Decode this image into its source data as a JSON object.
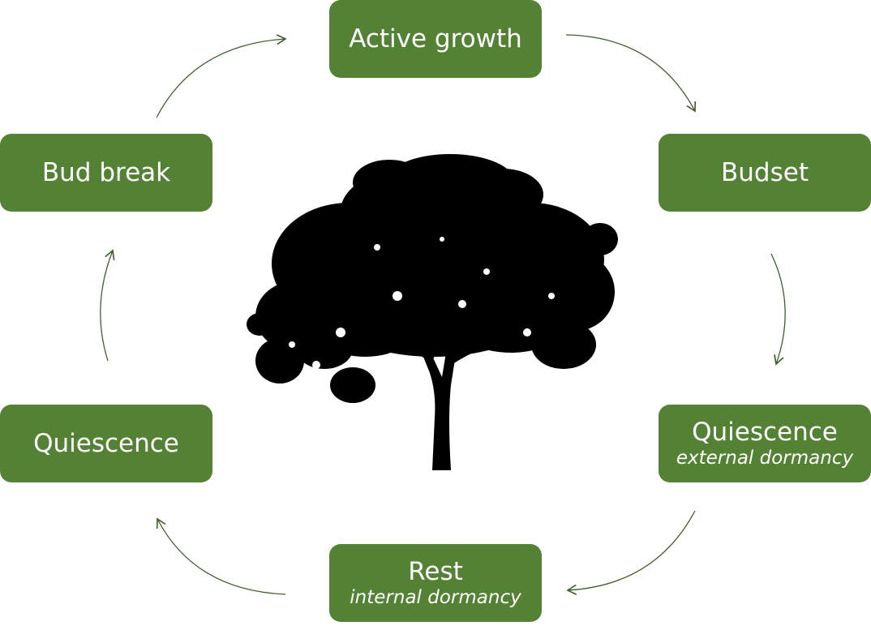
{
  "diagram": {
    "stages": {
      "active_growth": {
        "title": "Active growth"
      },
      "budset": {
        "title": "Budset"
      },
      "quiescence_external": {
        "title": "Quiescence",
        "subtitle": "external dormancy"
      },
      "rest": {
        "title": "Rest",
        "subtitle": "internal dormancy"
      },
      "quiescence": {
        "title": "Quiescence"
      },
      "bud_break": {
        "title": "Bud break"
      }
    },
    "colors": {
      "box_fill": "#548235",
      "box_text": "#ffffff",
      "arrow": "#3f5f2a",
      "tree": "#000000"
    },
    "center_icon": "tree-silhouette-icon"
  }
}
